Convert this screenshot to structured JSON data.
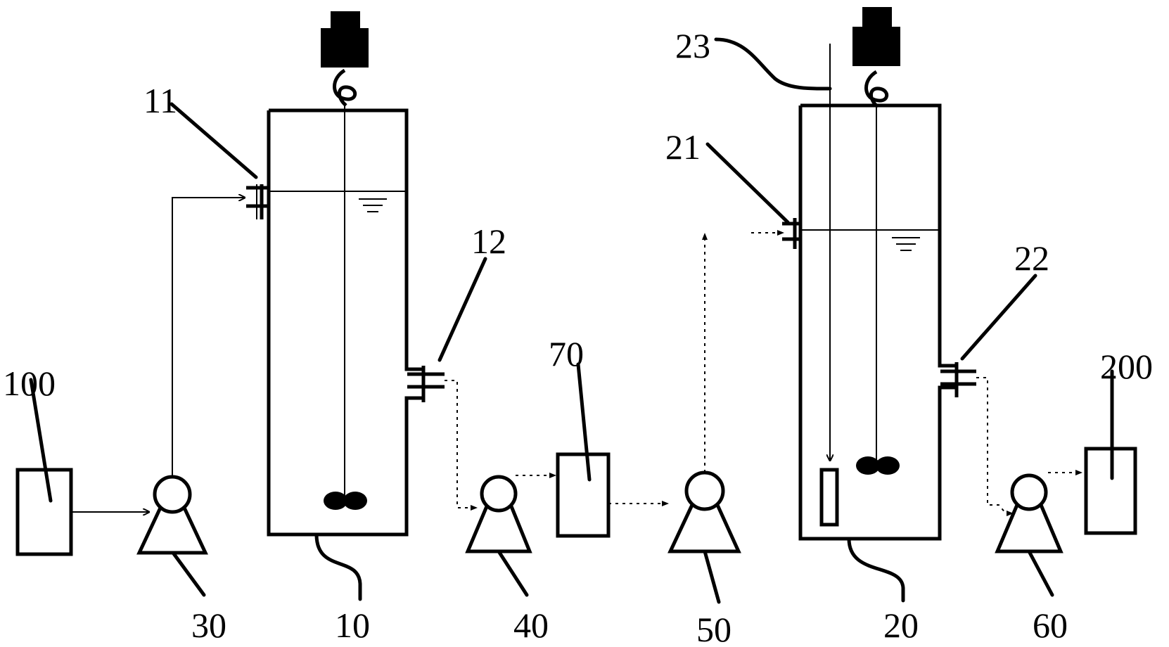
{
  "labels": {
    "influent_tank": "100",
    "product_tank": "200",
    "reactor_1": "10",
    "reactor_2": "20",
    "inlet_1": "11",
    "outlet_1": "12",
    "inlet_2": "21",
    "outlet_2": "22",
    "probe": "23",
    "pump_1": "30",
    "pump_2": "40",
    "pump_3": "50",
    "pump_4": "60",
    "buffer_tank": "70"
  }
}
